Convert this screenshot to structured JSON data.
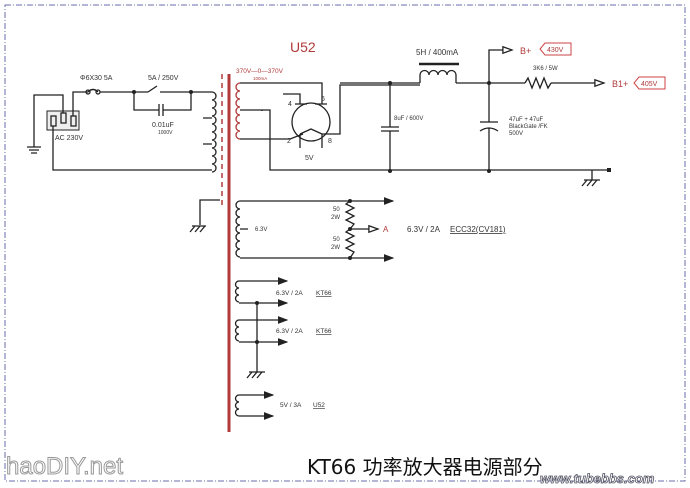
{
  "title": "KT66 功率放大器电源部分",
  "rectifier_label": "U52",
  "ac_input": "AC  230V",
  "fuse": "Φ6X30  5A",
  "switch": "5A / 250V",
  "snubber_cap": "0.01uF",
  "snubber_cap_voltage": "1000V",
  "hv_secondary": "370V—0—370V",
  "hv_current": "100mA",
  "tube_pins": [
    "4",
    "6",
    "2",
    "8"
  ],
  "tube_filament": "5V",
  "choke": "5H / 400mA",
  "cap1": "8uF / 600V",
  "cap2_lines": [
    "47uF + 47uF",
    "BlackGate /FK",
    "500V"
  ],
  "resistor": "3K6 / 5W",
  "outputs": [
    {
      "label": "B+",
      "voltage": "430V"
    },
    {
      "label": "B1+",
      "voltage": "405V"
    }
  ],
  "heater": {
    "winding": "6.3V",
    "r_top": [
      "50",
      "2W"
    ],
    "r_bottom": [
      "50",
      "2W"
    ],
    "point": "A",
    "rating": "6.3V / 2A",
    "tube": "ECC32(CV181)"
  },
  "kt66_windings": [
    {
      "rating": "6.3V / 2A",
      "tube": "KT66"
    },
    {
      "rating": "6.3V / 2A",
      "tube": "KT66"
    }
  ],
  "u52_winding": {
    "rating": "5V / 3A",
    "tube": "U52"
  },
  "watermarks": {
    "left": "haoDIY.net",
    "right": "www.tubebbs.com"
  },
  "colors": {
    "accent_red": "#b03a3a",
    "frame": "#6a6fa8"
  }
}
